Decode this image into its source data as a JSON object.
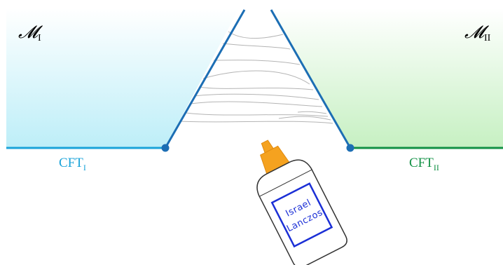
{
  "regions": {
    "left": {
      "symbol": "𝓜",
      "subscript": "I",
      "boundary_label": "CFT",
      "boundary_subscript": "I",
      "color": "#1aa3d9",
      "fill_top": "#ffffff",
      "fill_bottom": "#bdeef8"
    },
    "right": {
      "symbol": "𝓜",
      "subscript": "II",
      "boundary_label": "CFT",
      "boundary_subscript": "II",
      "color": "#129145",
      "fill_top": "#ffffff",
      "fill_bottom": "#c6f0c2"
    }
  },
  "wedge": {
    "edge_color": "#1c6eb4",
    "strand_color": "#b4b4b4"
  },
  "glue_bottle": {
    "label_line1": "Israel",
    "label_line2": "Lanczos",
    "cap_color": "#f5a21f",
    "label_color": "#1b2fd6"
  }
}
